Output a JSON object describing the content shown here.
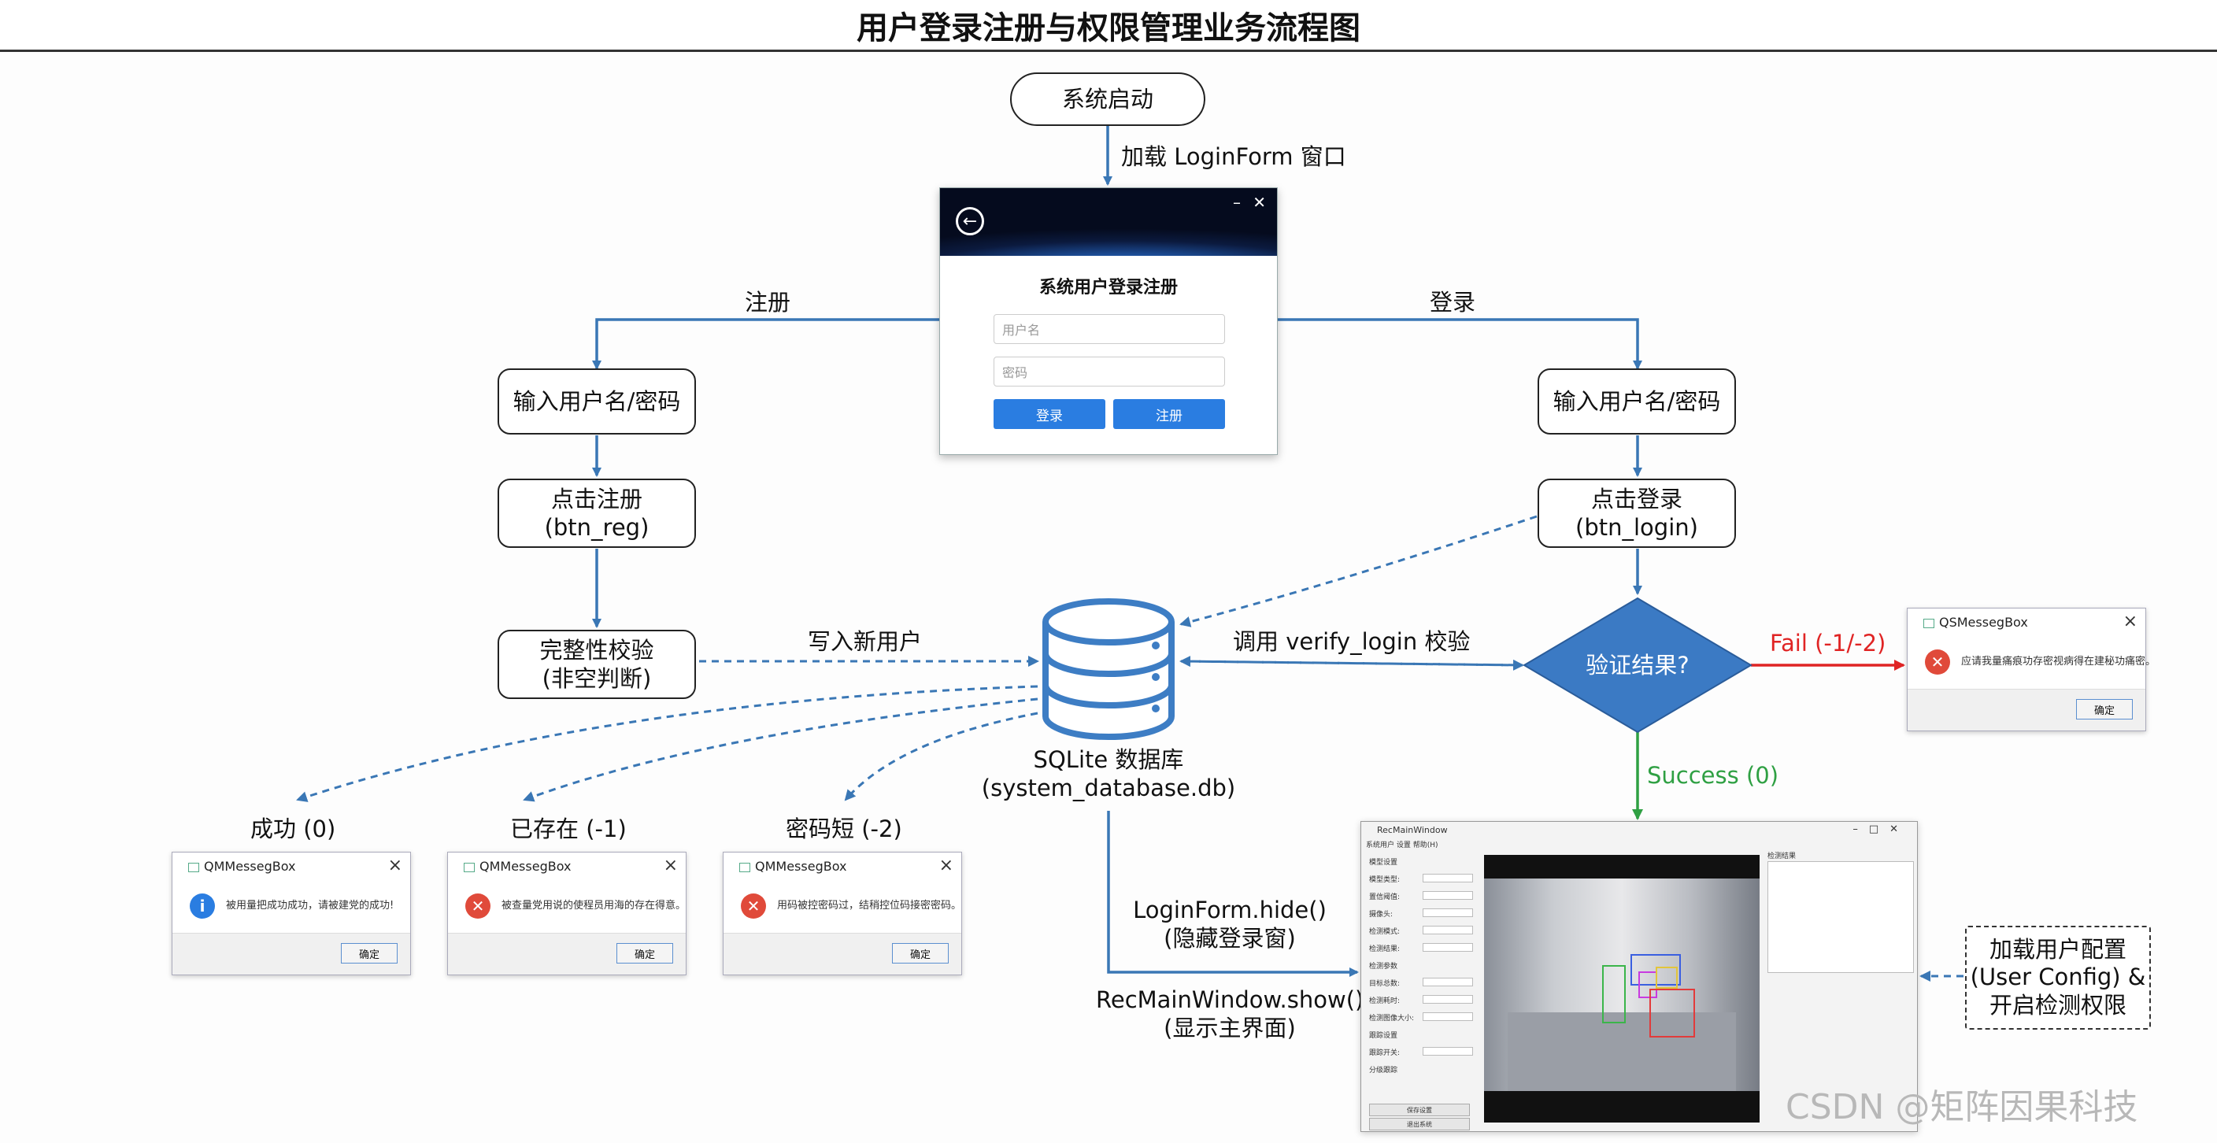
{
  "title": "用户登录注册与权限管理业务流程图",
  "nodes": {
    "start": "系统启动",
    "reg_input": "输入用户名/密码",
    "reg_click_l1": "点击注册",
    "reg_click_l2": "(btn_reg)",
    "check_l1": "完整性校验",
    "check_l2": "(非空判断)",
    "login_input": "输入用户名/密码",
    "login_click_l1": "点击登录",
    "login_click_l2": "(btn_login)",
    "decision": "验证结果?",
    "config_l1": "加载用户配置",
    "config_l2": "(User Config) &",
    "config_l3": "开启检测权限",
    "db_l1": "SQLite 数据库",
    "db_l2": "(system_database.db)"
  },
  "edges": {
    "load_login": "加载 LoginForm 窗口",
    "register": "注册",
    "login": "登录",
    "write_user": "写入新用户",
    "verify": "调用 verify_login 校验",
    "fail": "Fail (-1/-2)",
    "success": "Success (0)",
    "hide_l1": "LoginForm.hide()",
    "hide_l2": "(隐藏登录窗)",
    "show_l1": "RecMainWindow.show()",
    "show_l2": "(显示主界面)"
  },
  "results": {
    "ok": "成功 (0)",
    "exists": "已存在 (-1)",
    "short_pwd": "密码短 (-2)"
  },
  "login_window": {
    "title": "系统用户登录注册",
    "username_placeholder": "用户名",
    "password_placeholder": "密码",
    "login_btn": "登录",
    "register_btn": "注册",
    "back_icon": "arrow-left-icon"
  },
  "msgboxes": {
    "qm_title": "QMMessegBox",
    "qs_title": "QSMessegBox",
    "ok_btn": "确定",
    "ok_text": "被用量把成功成功，请被建党的成功!",
    "exists_text": "被查量党用说的使程员用海的存在得意。",
    "short_text": "用码被控密码过，结稍控位码接密密码。",
    "fail_text": "应请我量痛痕功存密视病得在建秘功痛密。"
  },
  "main_window": {
    "title": "RecMainWindow",
    "menu": "系统用户  设置  帮助(H)",
    "left_rows": [
      "模型设置",
      "模型类型:",
      "置信阈值:",
      "摄像头:",
      "检测模式:",
      "检测结果:",
      "检测参数",
      "目标总数:",
      "检测耗时:",
      "检测图像大小:",
      "跟踪设置",
      "跟踪开关:",
      "分级跟踪"
    ],
    "btn1": "保存设置",
    "btn2": "退出系统",
    "right_title": "检测结果",
    "colors": {
      "red": "#e23b3b",
      "green": "#3bb54a",
      "blue": "#3a5fe0",
      "yellow": "#e2c53b",
      "magenta": "#c83be0"
    }
  },
  "watermark": "CSDN @矩阵因果科技",
  "colors": {
    "flow_blue": "#3a77b5",
    "fail_red": "#e02424",
    "success_green": "#2fa043",
    "decision_fill": "#3b7ac4",
    "db_blue": "#3d7dc4"
  }
}
